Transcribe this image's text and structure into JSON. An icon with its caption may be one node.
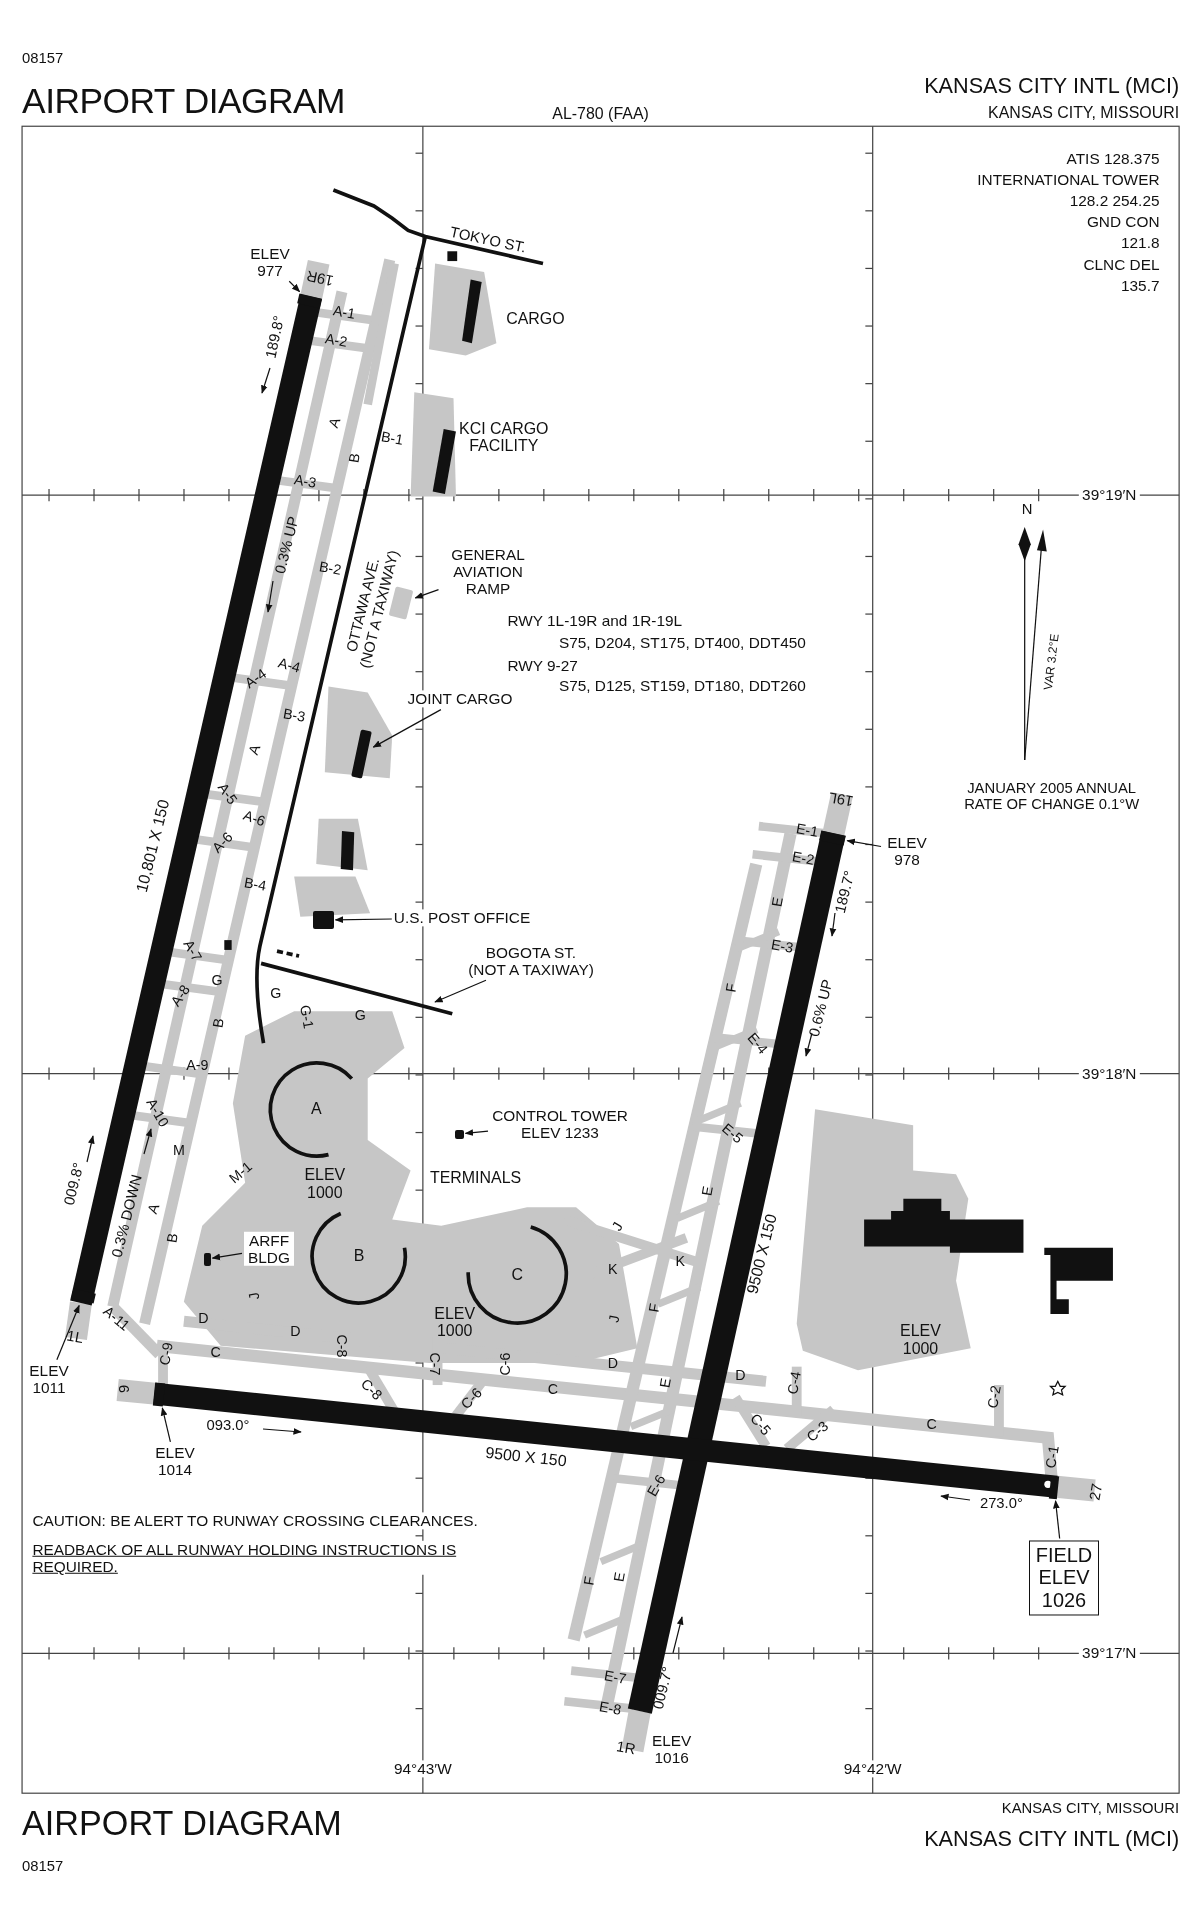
{
  "diagram": {
    "title": "AIRPORT DIAGRAM",
    "nodes": [
      {
        "text": [
          "ELEV 977"
        ]
      },
      {
        "text": [
          "GENERAL AVIATION RAMP"
        ]
      },
      {
        "text": [
          "JOINT CARGO"
        ]
      },
      {
        "text": [
          "U.S. POST OFFICE"
        ]
      },
      {
        "text": [
          "BOGOTA ST. (NOT A TAXIWAY)"
        ]
      },
      {
        "text": [
          "CONTROL TOWER ELEV 1233"
        ]
      },
      {
        "text": [
          "ARFF BLDG"
        ]
      },
      {
        "text": [
          "ELEV 978"
        ]
      },
      {
        "text": [
          "ELEV 1011"
        ]
      },
      {
        "text": [
          "ELEV 1014"
        ]
      },
      {
        "text": [
          "FIELD ELEV 1026"
        ]
      },
      {
        "text": [],
        "shape": "bar"
      },
      {
        "text": [],
        "shape": "box"
      },
      {
        "text": [],
        "shape": "box"
      },
      {
        "text": [],
        "shape": "box"
      },
      {
        "text": [],
        "shape": "box"
      },
      {
        "text": [],
        "shape": "box"
      },
      {
        "text": [],
        "shape": "bar"
      },
      {
        "text": [],
        "shape": "bar"
      },
      {
        "text": [],
        "shape": "bar"
      },
      {
        "text": [],
        "shape": "bar"
      }
    ],
    "edges": [
      {
        "from": 0,
        "to": 11,
        "arrow": "to"
      },
      {
        "from": 1,
        "to": 12,
        "arrow": "to"
      },
      {
        "from": 2,
        "to": 13,
        "arrow": "to"
      },
      {
        "from": 3,
        "to": 14,
        "arrow": "to"
      },
      {
        "from": 4,
        "to": null,
        "arrow": "to"
      },
      {
        "from": 5,
        "to": 15,
        "arrow": "to"
      },
      {
        "from": 6,
        "to": 16,
        "arrow": "to"
      },
      {
        "from": 7,
        "to": 17,
        "arrow": "to"
      },
      {
        "from": 8,
        "to": 18,
        "arrow": "to"
      },
      {
        "from": 9,
        "to": 19,
        "arrow": "to"
      },
      {
        "from": 10,
        "to": 20,
        "arrow": "to"
      }
    ],
    "labels": [
      "08157",
      "AL-780 (FAA)",
      "KANSAS CITY INTL (MCI)",
      "KANSAS CITY, MISSOURI",
      "ATIS 128.375",
      "INTERNATIONAL TOWER",
      "128.2 254.25",
      "GND CON",
      "121.8",
      "CLNC DEL",
      "135.7",
      "TOKYO ST.",
      "CARGO",
      "KCI CARGO FACILITY",
      "19R",
      "A-1",
      "A-2",
      "189.8°",
      "A",
      "B",
      "B-1",
      "A-3",
      "39°19′N",
      "0.3% UP",
      "OTTAWA AVE. (NOT A TAXIWAY)",
      "B-2",
      "RWY 1L-19R and 1R-19L",
      "S75, D204, ST175, DT400, DDT450",
      "RWY 9-27",
      "S75, D125, ST159, DT180, DDT260",
      "N",
      "VAR 3.2°E",
      "A-4",
      "A-4",
      "B-3",
      "A",
      "JANUARY 2005 ANNUAL RATE OF CHANGE 0.1°W",
      "10,801 X 150",
      "A-5",
      "A-6",
      "A-6",
      "19L",
      "E-1",
      "E-2",
      "B-4",
      "189.7°",
      "E",
      "A-7",
      "E-3",
      "A-8",
      "G",
      "G",
      "G-1",
      "G",
      "B",
      "F",
      "0.6% UP",
      "E-4",
      "A-9",
      "39°18′N",
      "A",
      "A-10",
      "E-5",
      "M",
      "M-1",
      "ELEV 1000",
      "TERMINALS",
      "0.3% DOWN",
      "009.8°",
      "A",
      "E",
      "9500 X 150",
      "J",
      "B",
      "B",
      "K",
      "K",
      "C",
      "J",
      "J",
      "F",
      "ELEV 1000",
      "ELEV 1000",
      "1L",
      "A-11",
      "D",
      "D",
      "C-8",
      "C-7",
      "C-6",
      "D",
      "E",
      "D",
      "C-4",
      "C-2",
      "C",
      "C-9",
      "9",
      "C-8",
      "C-6",
      "C",
      "C-5",
      "C-3",
      "C",
      "C-1",
      "093.0°",
      "27",
      "9500 X 150",
      "E-6",
      "273.0°",
      "CAUTION: BE ALERT TO RUNWAY CROSSING CLEARANCES.",
      "READBACK OF ALL RUNWAY HOLDING INSTRUCTIONS IS REQUIRED.",
      "E",
      "F",
      "39°17′N",
      "E-7",
      "E-8",
      "009.7°",
      "1R",
      "ELEV 1016",
      "94°43′W",
      "94°42′W",
      "KANSAS CITY, MISSOURI",
      "AIRPORT DIAGRAM",
      "KANSAS CITY INTL (MCI)",
      "08157"
    ]
  }
}
